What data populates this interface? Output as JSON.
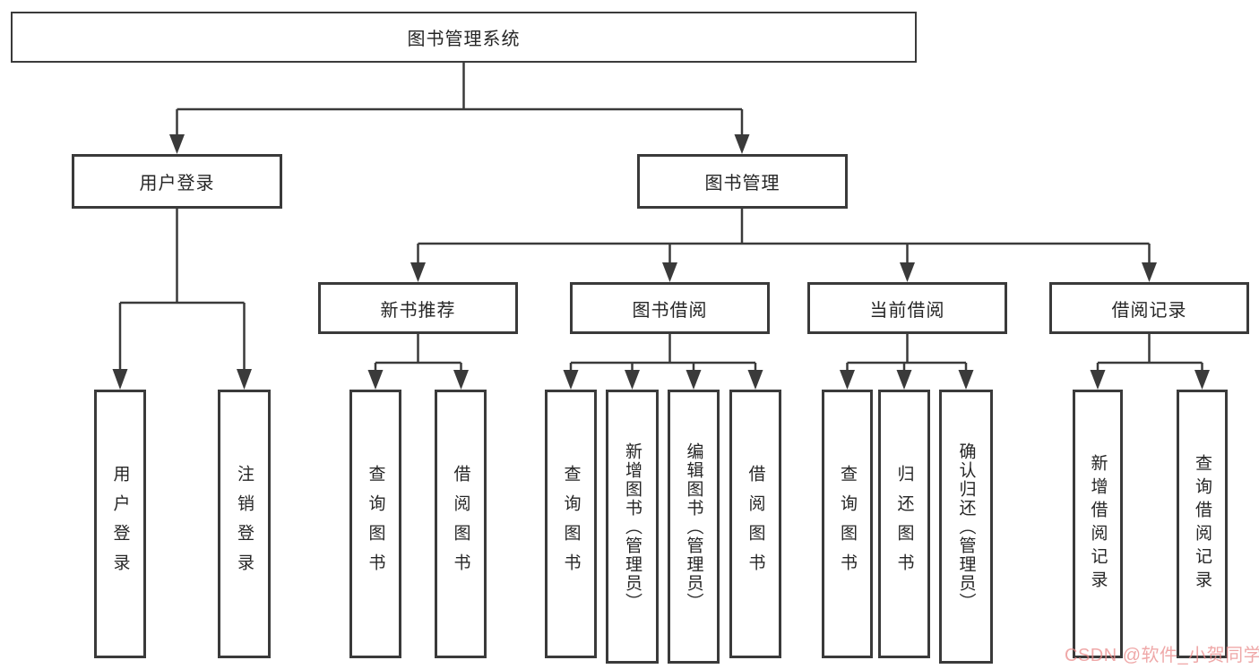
{
  "diagram": {
    "root": {
      "label": "图书管理系统"
    },
    "level2": [
      {
        "label": "用户登录"
      },
      {
        "label": "图书管理"
      }
    ],
    "level3": [
      {
        "label": "新书推荐"
      },
      {
        "label": "图书借阅"
      },
      {
        "label": "当前借阅"
      },
      {
        "label": "借阅记录"
      }
    ],
    "leaves": [
      {
        "label": "用户登录",
        "parent": "用户登录"
      },
      {
        "label": "注销登录",
        "parent": "用户登录"
      },
      {
        "label": "查询图书",
        "parent": "新书推荐"
      },
      {
        "label": "借阅图书",
        "parent": "新书推荐"
      },
      {
        "label": "查询图书",
        "parent": "图书借阅"
      },
      {
        "label": "新增图书（管理员）",
        "parent": "图书借阅"
      },
      {
        "label": "编辑图书（管理员）",
        "parent": "图书借阅"
      },
      {
        "label": "借阅图书",
        "parent": "图书借阅"
      },
      {
        "label": "查询图书",
        "parent": "当前借阅"
      },
      {
        "label": "归还图书",
        "parent": "当前借阅"
      },
      {
        "label": "确认归还（管理员）",
        "parent": "当前借阅"
      },
      {
        "label": "新增借阅记录",
        "parent": "借阅记录"
      },
      {
        "label": "查询借阅记录",
        "parent": "借阅记录"
      }
    ]
  },
  "colors": {
    "line": "#3a3a3a",
    "box_border": "#3a3a3a",
    "text": "#262626",
    "watermark": "#e98b8b"
  },
  "watermark": {
    "text": "CSDN @软件_小贺同学"
  }
}
